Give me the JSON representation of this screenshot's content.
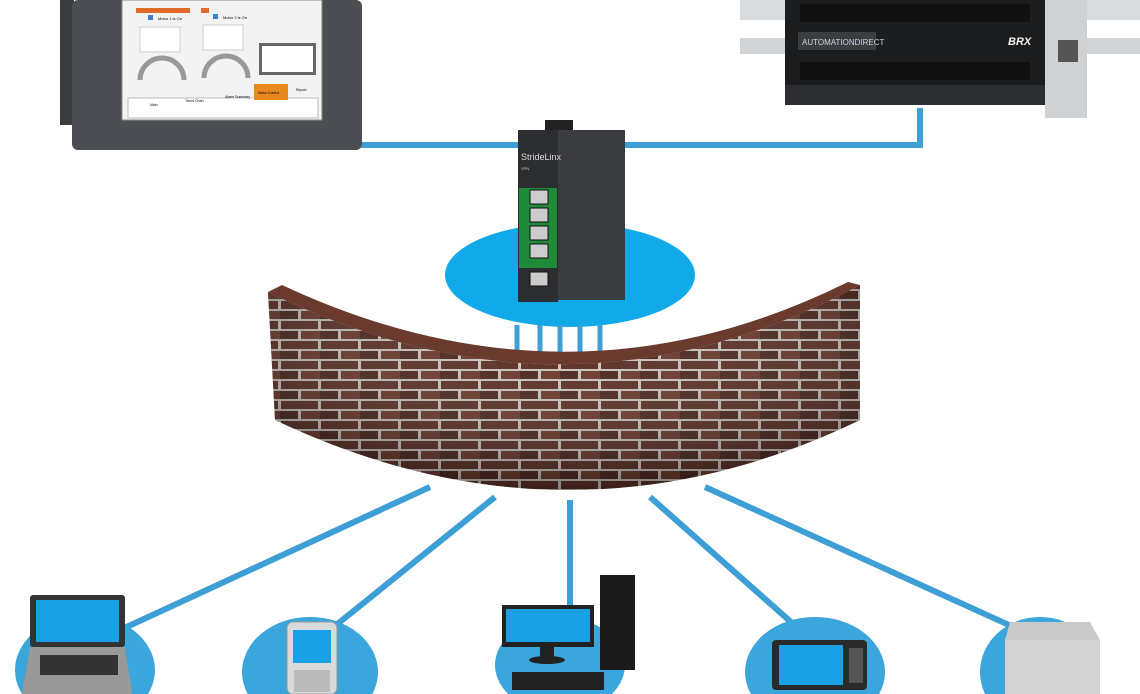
{
  "hmi": {
    "motor1_label": "Motor 1 is On",
    "motor2_label": "Motor 2 is On",
    "nav_tabs": [
      "Main",
      "Trend Chart",
      "Alarm Summary",
      "Motor Control",
      "Report"
    ],
    "active_tab_color": "#e8891e"
  },
  "plc": {
    "brand": "AUTOMATIONDIRECT",
    "model": "BRX"
  },
  "vpn_router": {
    "brand": "StrideLinx",
    "subtitle": "VPN"
  },
  "colors": {
    "cable": "#3d9fd6",
    "platform": "#12a9e8",
    "brick": "#5a2e24",
    "mortar": "#c9c4bd"
  },
  "devices": [
    "laptop",
    "smartphone",
    "desktop-computer",
    "tablet",
    "server"
  ]
}
